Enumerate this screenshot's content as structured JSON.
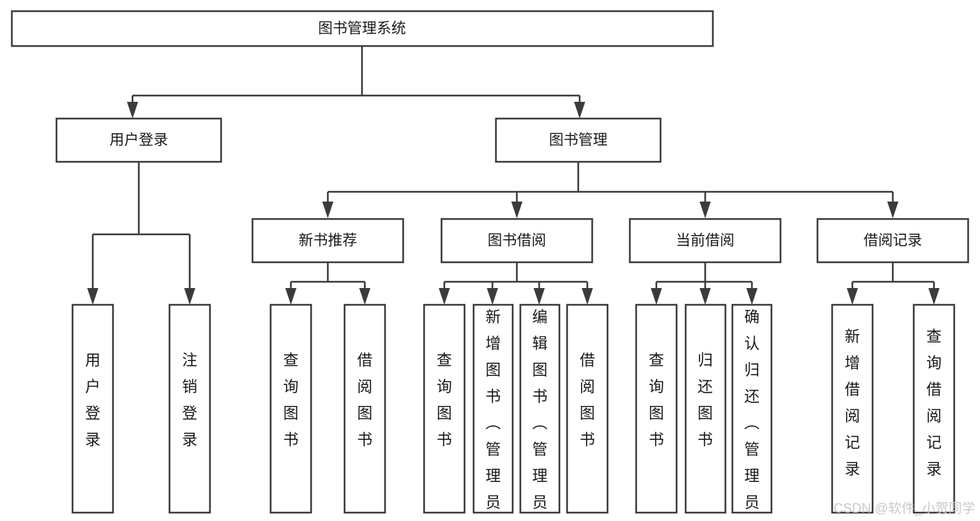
{
  "diagram": {
    "title": "图书管理系统",
    "type": "tree",
    "orientation": "top-down",
    "colors": {
      "box_fill": "#ffffff",
      "box_stroke": "#3b3b3b",
      "text": "#1a1a1a",
      "background": "#ffffff",
      "watermark": "#c9c9c9"
    },
    "root": {
      "label": "图书管理系统"
    },
    "level2": [
      {
        "label": "用户登录"
      },
      {
        "label": "图书管理"
      }
    ],
    "level3": [
      {
        "label": "新书推荐"
      },
      {
        "label": "图书借阅"
      },
      {
        "label": "当前借阅"
      },
      {
        "label": "借阅记录"
      }
    ],
    "leaves": {
      "user_login": [
        {
          "label": "用户登录"
        },
        {
          "label": "注销登录"
        }
      ],
      "new_book_recommend": [
        {
          "label": "查询图书"
        },
        {
          "label": "借阅图书"
        }
      ],
      "book_borrow": [
        {
          "label": "查询图书"
        },
        {
          "label": "新增图书（管理员）"
        },
        {
          "label": "编辑图书（管理员）"
        },
        {
          "label": "借阅图书"
        }
      ],
      "current_borrow": [
        {
          "label": "查询图书"
        },
        {
          "label": "归还图书"
        },
        {
          "label": "确认归还（管理员）"
        }
      ],
      "borrow_record": [
        {
          "label": "新增借阅记录"
        },
        {
          "label": "查询借阅记录"
        }
      ]
    }
  },
  "watermark": {
    "text": "CSDN @软件_小贺同学"
  }
}
